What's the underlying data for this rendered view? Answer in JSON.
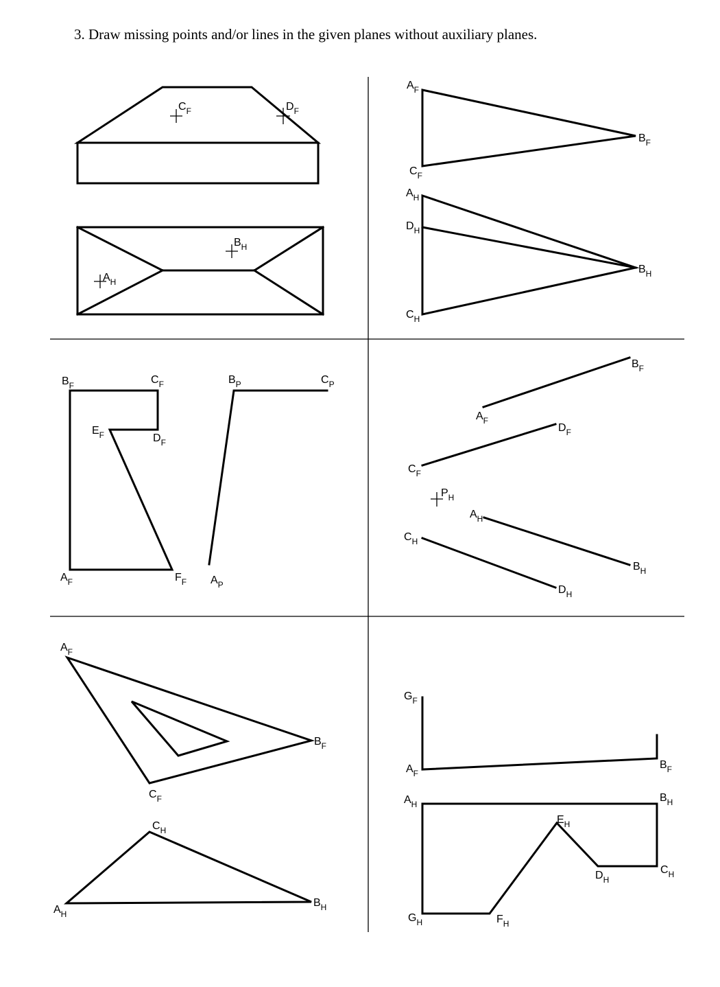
{
  "title": "3.  Draw missing points and/or lines in the given planes without auxiliary planes.",
  "labels": {
    "p1": {
      "CF": {
        "main": "C",
        "sub": "F"
      },
      "DF": {
        "main": "D",
        "sub": "F"
      },
      "BH": {
        "main": "B",
        "sub": "H"
      },
      "AH": {
        "main": "A",
        "sub": "H"
      }
    },
    "p2": {
      "AF": {
        "main": "A",
        "sub": "F"
      },
      "BF": {
        "main": "B",
        "sub": "F"
      },
      "CF": {
        "main": "C",
        "sub": "F"
      },
      "AH": {
        "main": "A",
        "sub": "H"
      },
      "DH": {
        "main": "D",
        "sub": "H"
      },
      "BH": {
        "main": "B",
        "sub": "H"
      },
      "CH": {
        "main": "C",
        "sub": "H"
      }
    },
    "p3": {
      "BF": {
        "main": "B",
        "sub": "F"
      },
      "CF": {
        "main": "C",
        "sub": "F"
      },
      "EF": {
        "main": "E",
        "sub": "F"
      },
      "DF": {
        "main": "D",
        "sub": "F"
      },
      "AF": {
        "main": "A",
        "sub": "F"
      },
      "FF": {
        "main": "F",
        "sub": "F"
      },
      "BP": {
        "main": "B",
        "sub": "P"
      },
      "CP": {
        "main": "C",
        "sub": "P"
      },
      "AP": {
        "main": "A",
        "sub": "P"
      }
    },
    "p4": {
      "BF": {
        "main": "B",
        "sub": "F"
      },
      "AF": {
        "main": "A",
        "sub": "F"
      },
      "DF": {
        "main": "D",
        "sub": "F"
      },
      "CF": {
        "main": "C",
        "sub": "F"
      },
      "PH": {
        "main": "P",
        "sub": "H"
      },
      "AH": {
        "main": "A",
        "sub": "H"
      },
      "CH": {
        "main": "C",
        "sub": "H"
      },
      "BH": {
        "main": "B",
        "sub": "H"
      },
      "DH": {
        "main": "D",
        "sub": "H"
      }
    },
    "p5": {
      "AF": {
        "main": "A",
        "sub": "F"
      },
      "BF": {
        "main": "B",
        "sub": "F"
      },
      "CF": {
        "main": "C",
        "sub": "F"
      },
      "CH": {
        "main": "C",
        "sub": "H"
      },
      "AH": {
        "main": "A",
        "sub": "H"
      },
      "BH": {
        "main": "B",
        "sub": "H"
      }
    },
    "p6": {
      "GF": {
        "main": "G",
        "sub": "F"
      },
      "AF": {
        "main": "A",
        "sub": "F"
      },
      "BF": {
        "main": "B",
        "sub": "F"
      },
      "AH": {
        "main": "A",
        "sub": "H"
      },
      "BH": {
        "main": "B",
        "sub": "H"
      },
      "EH": {
        "main": "E",
        "sub": "H"
      },
      "CH": {
        "main": "C",
        "sub": "H"
      },
      "DH": {
        "main": "D",
        "sub": "H"
      },
      "GH": {
        "main": "G",
        "sub": "H"
      },
      "FH": {
        "main": "F",
        "sub": "H"
      }
    }
  }
}
